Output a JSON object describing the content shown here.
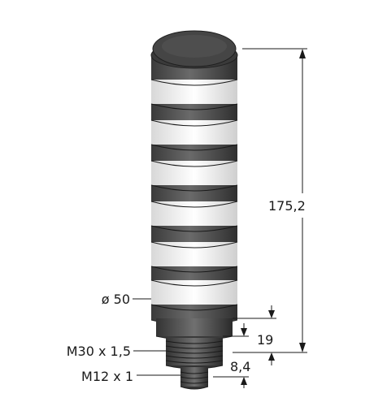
{
  "dimensions": {
    "diameter": "ø 50",
    "total_height": "175,2",
    "base_height": "19",
    "connector_height": "8,4",
    "thread_m30": "M30 x 1,5",
    "thread_m12": "M12 x 1"
  },
  "colors": {
    "body_dark": "#4a4a4a",
    "body_mid": "#5c5c5c",
    "lens_white": "#ececec",
    "cap_top": "#3a3a3a",
    "line": "#1a1a1a"
  }
}
